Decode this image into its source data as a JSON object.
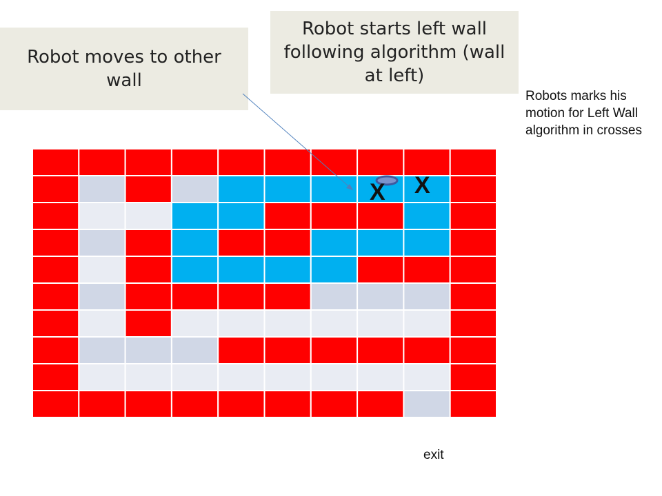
{
  "callouts": {
    "moves": "Robot moves to other wall",
    "starts": "Robot starts left wall following algorithm (wall at left)"
  },
  "side_note": "Robots marks his motion for Left Wall algorithm in crosses",
  "exit_label": "exit",
  "marks": [
    "X",
    "X"
  ],
  "colors": {
    "wall": "#ff0000",
    "path_blue": "#00b0f0",
    "floor_a": "#d0d7e6",
    "floor_b": "#e9ecf3",
    "robot_fill": "#7c93cc",
    "robot_stroke": "#3e5aa0",
    "arrow": "#4f81bd"
  },
  "maze": {
    "rows": 10,
    "cols": 10,
    "legend": {
      "W": "wall",
      "B": "path_blue",
      "L": "floor_a",
      "D": "floor_b"
    },
    "grid": [
      "WWWWWWWWWW",
      "WLWLBBBBBW",
      "WDDBBWWWBW",
      "WLWBWWBBBW",
      "WDWBBBBWWW",
      "WLWWWWLLLW",
      "WDWDDDDDDW",
      "WLLLWWWWWW",
      "WDDDDDDDDW",
      "WWWWWWWWLW"
    ]
  }
}
